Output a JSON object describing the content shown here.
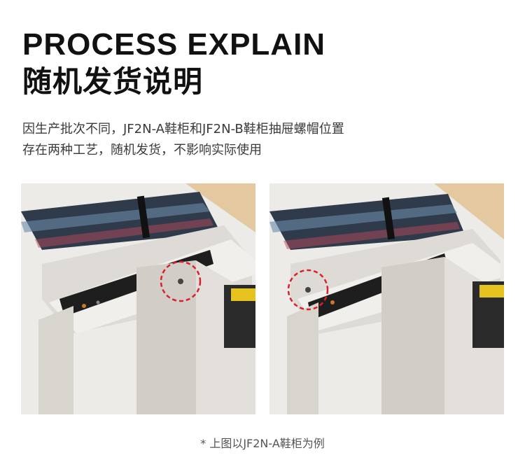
{
  "header": {
    "title_en": "PROCESS EXPLAIN",
    "title_cn": "随机发货说明"
  },
  "description": {
    "line1": "因生产批次不同，JF2N-A鞋柜和JF2N-B鞋柜抽屉螺帽位置",
    "line2": "存在两种工艺，随机发货，不影响实际使用"
  },
  "images": [
    {
      "id": "left",
      "subject": "drawer-with-screw-on-front-panel"
    },
    {
      "id": "right",
      "subject": "drawer-with-screw-on-side-panel"
    }
  ],
  "caption": "* 上图以JF2N-A鞋柜为例",
  "colors": {
    "highlight_circle": "#d8222a",
    "panel": "#d9d6d0",
    "wood": "#e6cfa8"
  }
}
